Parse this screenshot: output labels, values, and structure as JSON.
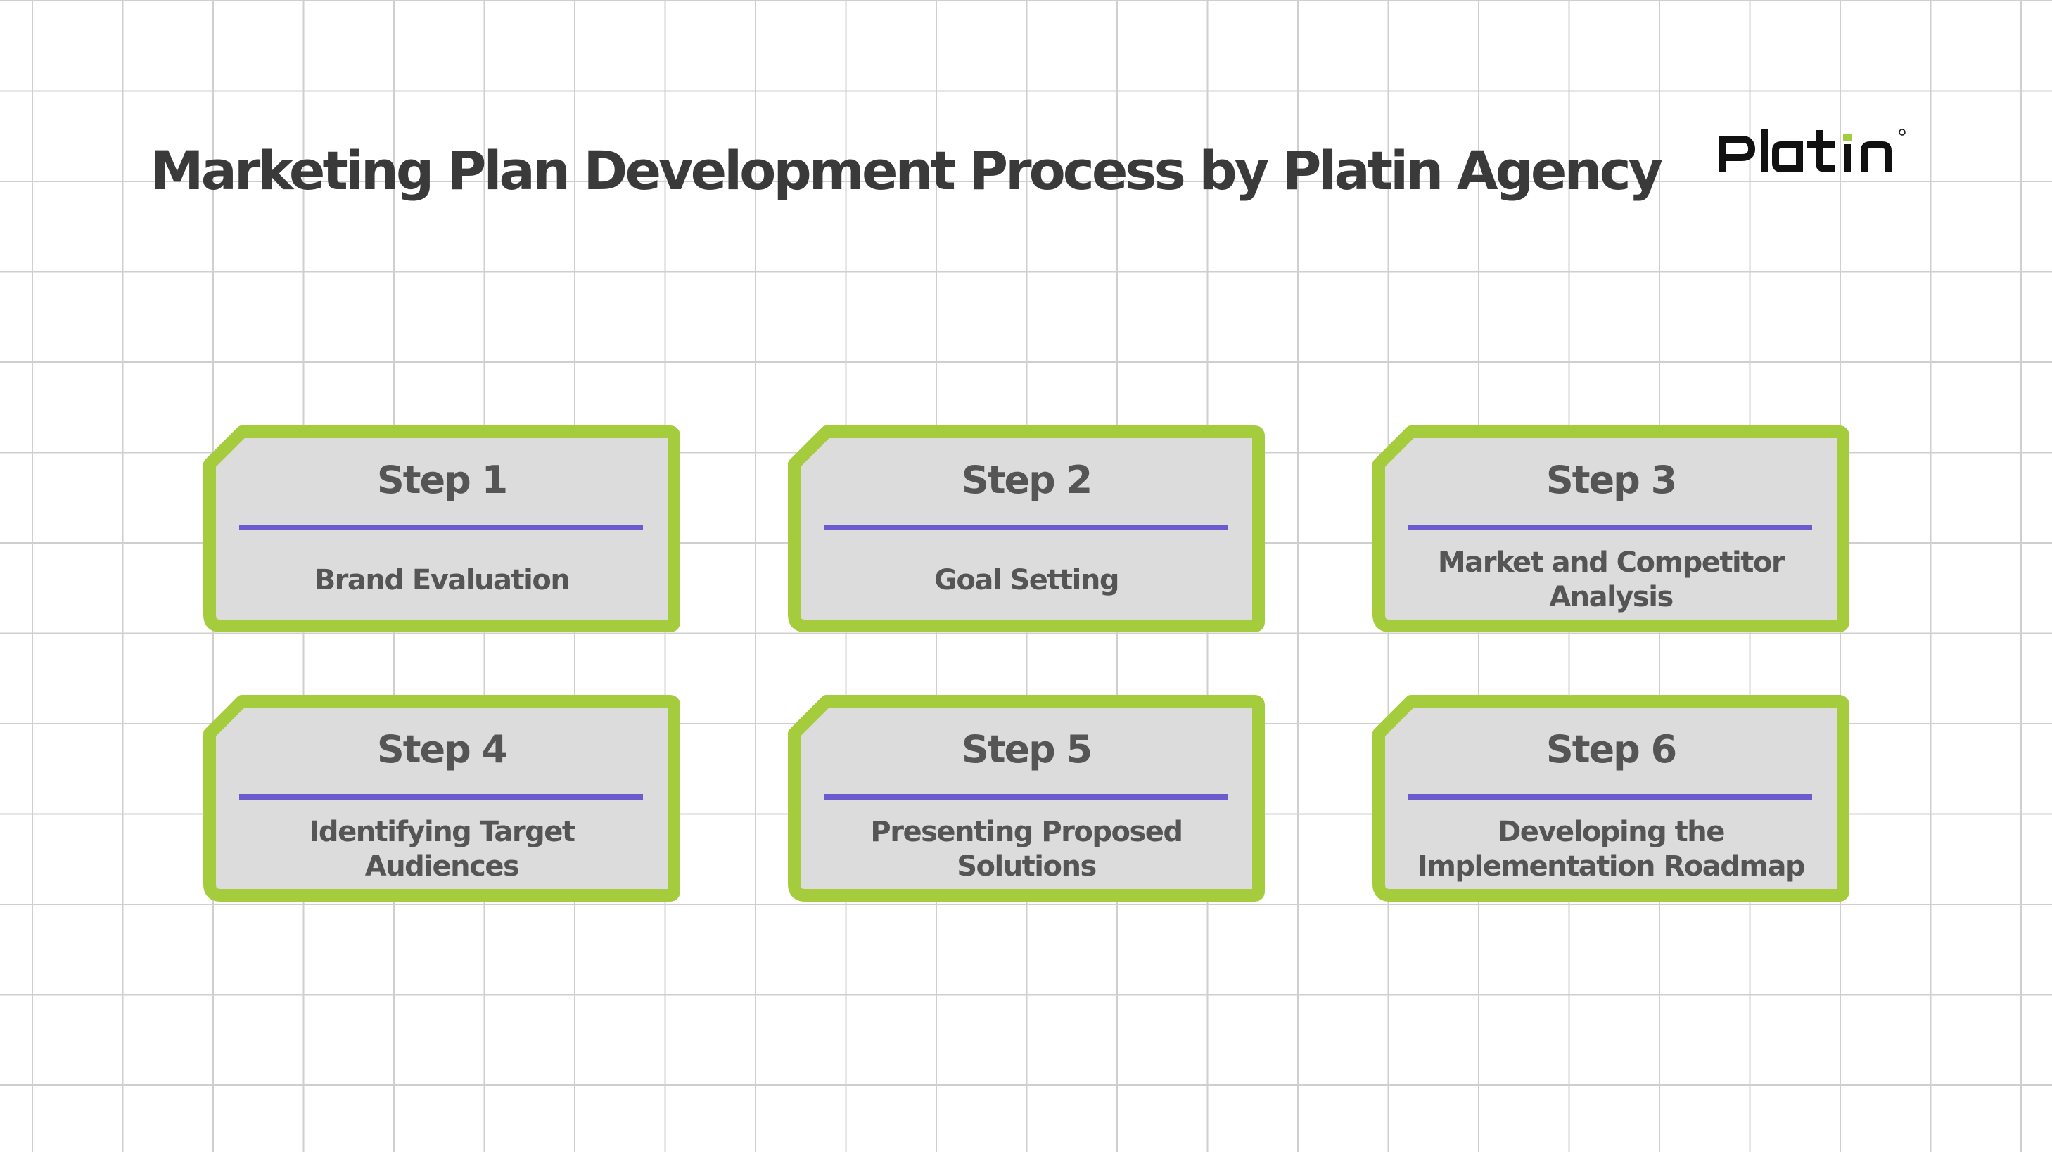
{
  "title": "Marketing Plan Development Process by Platin Agency",
  "brand": {
    "logo_text": "Platin",
    "registered_mark": "®"
  },
  "colors": {
    "card_border": "#a4cc3c",
    "card_fill": "#dcdcdc",
    "divider": "#6a5ccc",
    "text": "#555555",
    "title": "#3a3a3a",
    "grid_line": "#cfcfcf"
  },
  "steps": [
    {
      "label": "Step 1",
      "description": "Brand Evaluation"
    },
    {
      "label": "Step 2",
      "description": "Goal Setting"
    },
    {
      "label": "Step 3",
      "description": "Market and Competitor Analysis"
    },
    {
      "label": "Step 4",
      "description": "Identifying Target Audiences"
    },
    {
      "label": "Step 5",
      "description": "Presenting Proposed Solutions"
    },
    {
      "label": "Step 6",
      "description": "Developing the Implementation Roadmap"
    }
  ]
}
